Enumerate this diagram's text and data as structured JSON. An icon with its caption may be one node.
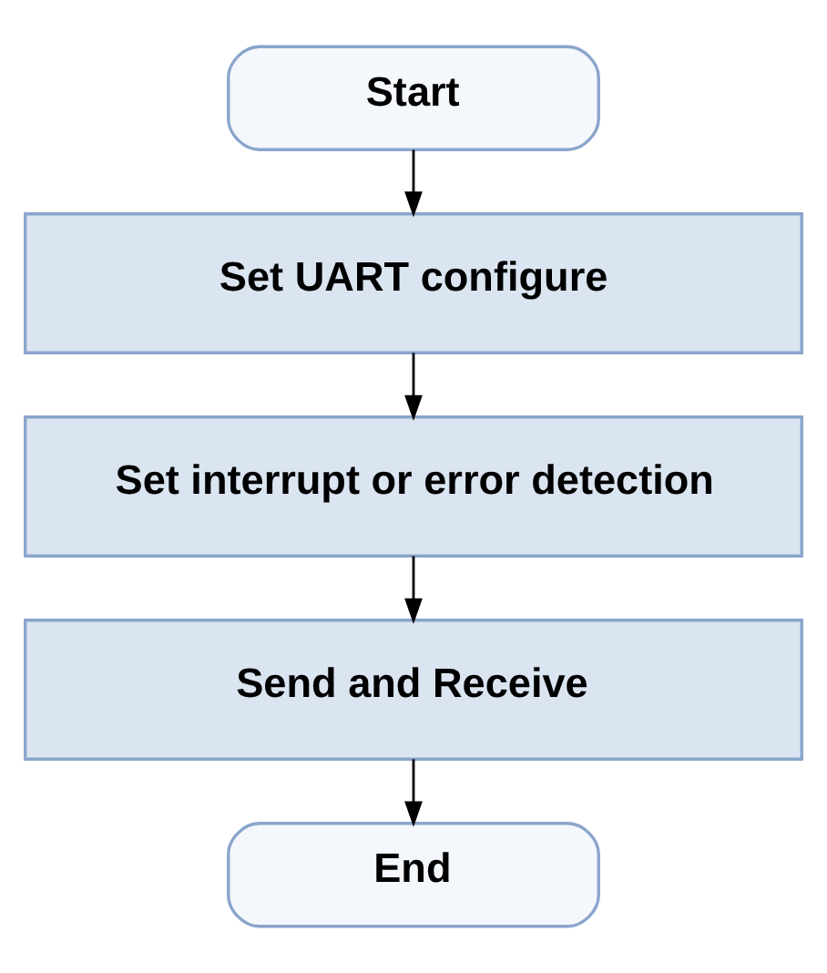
{
  "diagram": {
    "nodes": [
      {
        "text": [
          "Start"
        ]
      },
      {
        "text": [
          "Set UART configure"
        ]
      },
      {
        "text": [
          "Set interrupt or error detection"
        ]
      },
      {
        "text": [
          "Send and Receive"
        ]
      },
      {
        "text": [
          "End"
        ]
      }
    ],
    "edges": [
      {
        "from": 0,
        "to": 1,
        "arrow": "to"
      },
      {
        "from": 1,
        "to": 2,
        "arrow": "to"
      },
      {
        "from": 2,
        "to": 3,
        "arrow": "to"
      },
      {
        "from": 3,
        "to": 4,
        "arrow": "to"
      }
    ]
  }
}
